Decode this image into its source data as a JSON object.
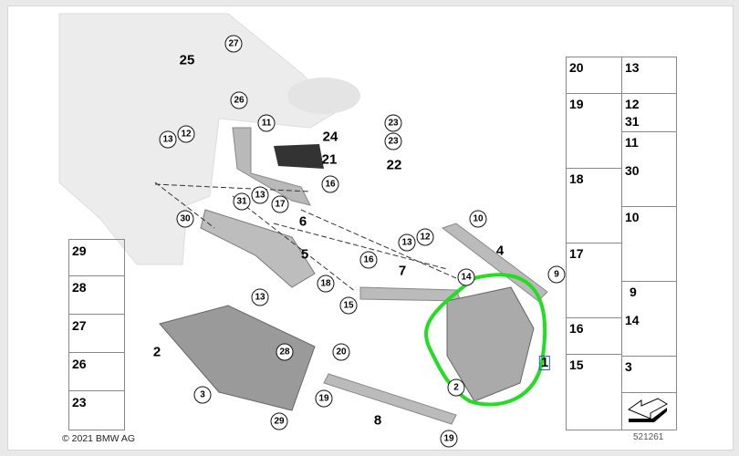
{
  "copyright": "© 2021 BMW AG",
  "diagram_id": "521261",
  "callouts_circled": [
    "27",
    "26",
    "11",
    "12",
    "13",
    "23",
    "23",
    "16",
    "17",
    "13",
    "31",
    "30",
    "10",
    "12",
    "13",
    "16",
    "14",
    "9",
    "18",
    "13",
    "15",
    "20",
    "28",
    "19",
    "3",
    "29",
    "19",
    "2"
  ],
  "callouts_bold": [
    "25",
    "24",
    "21",
    "22",
    "6",
    "5",
    "7",
    "4",
    "2",
    "8",
    "1"
  ],
  "left_parts": [
    "29",
    "28",
    "27",
    "26",
    "23"
  ],
  "right_parts": {
    "left_col": [
      "20",
      "19",
      "18",
      "17",
      "16",
      "15"
    ],
    "right_col": [
      "13",
      "12",
      "31",
      "11",
      "30",
      "10",
      "9",
      "14",
      "3"
    ]
  },
  "highlight_color": "#22dd22"
}
